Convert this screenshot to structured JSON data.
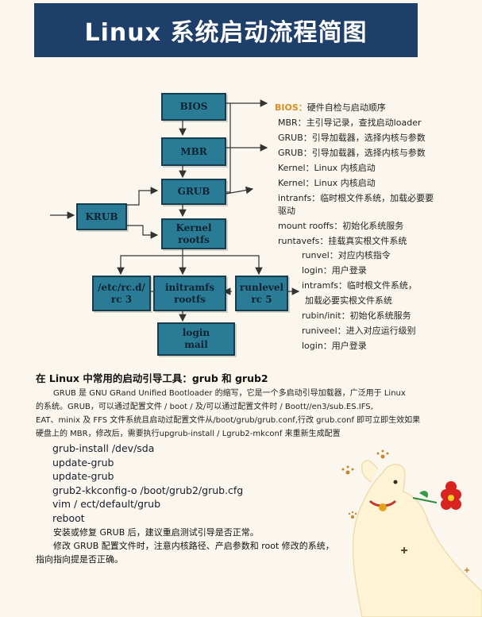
{
  "title": "Linux 系统启动流程简图",
  "flowchart": {
    "bios": "BIOS",
    "mbr": "MBR",
    "grub": "GRUB",
    "krub": "KRUB",
    "kernel": [
      "Kernel",
      "rootfs"
    ],
    "etc_rc": [
      "/etc/rc.d/",
      "rc 3"
    ],
    "initramfs": [
      "initramfs",
      "rootfs"
    ],
    "runlevel": [
      "runlevel",
      "rc 5"
    ],
    "login": [
      "login",
      "mail"
    ]
  },
  "legend": [
    {
      "key": "BIOS：",
      "text": "硬件自检与启动顺序"
    },
    {
      "key": "",
      "text": "MBR：主引导记录，查找启动loader"
    },
    {
      "key": "",
      "text": "GRUB：引导加载器，选择内核与参数"
    },
    {
      "key": "",
      "text": "GRUB：引导加载器，选择内核与参数"
    },
    {
      "key": "",
      "text": "Kernel：Linux 内核启动"
    },
    {
      "key": "",
      "text": "Kernel：Linux 内核启动"
    },
    {
      "key": "",
      "text": "intranfs：临时根文件系统，加载必要要"
    },
    {
      "key": "",
      "text": "驱动"
    },
    {
      "key": "",
      "text": "mount rooffs：初始化系统服务"
    },
    {
      "key": "",
      "text": "runtavefs：挂载真实根文件系统"
    }
  ],
  "legend2": [
    "runvel：对应内核指令",
    "login：用户登录",
    "intramfs：临时根文件系统，",
    "加载必要实根文件系统",
    "rubin/init：初始化系统服务",
    "runiveel：进入对应运行级别",
    "login：用户登录"
  ],
  "section_heading": "在 Linux 中常用的启动引导工具：grub 和 grub2",
  "paragraph": [
    "GRUB 是 GNU GRand Unified Bootloader 的缩写，它是一个多启动引导加载器，广泛用于 Linux",
    "的系统。GRUB，可以通过配置文件 / boot / 及/可以通过配置文件时 / Boott//en3/sub.ES.IFS,",
    "EAT、minix 及 FFS 文件系统且启动过配置文件从/boot/grub/grub.conf,行改 grub.conf 即可立即生效如果",
    "硬盘上的 MBR，修改后，需要执行upgrub-install / Lgrub2-mkconf 来重新生成配置"
  ],
  "commands": [
    "grub-install /dev/sda",
    "update-grub",
    "update-grub",
    "grub2-kkconfig-o /boot/grub2/grub.cfg",
    "vim / ect/default/grub",
    "reboot"
  ],
  "notes": [
    "安装或修复 GRUB 后，建议重启测试引导是否正常。",
    "修改 GRUB 配置文件时，注意内核路径、产启参数和 root 修改的系统，",
    "指向指向提是否正确。"
  ],
  "colors": {
    "title_bg": "#1f3f6b",
    "box_fill": "#2a7c96",
    "highlight": "#e08b1c"
  }
}
